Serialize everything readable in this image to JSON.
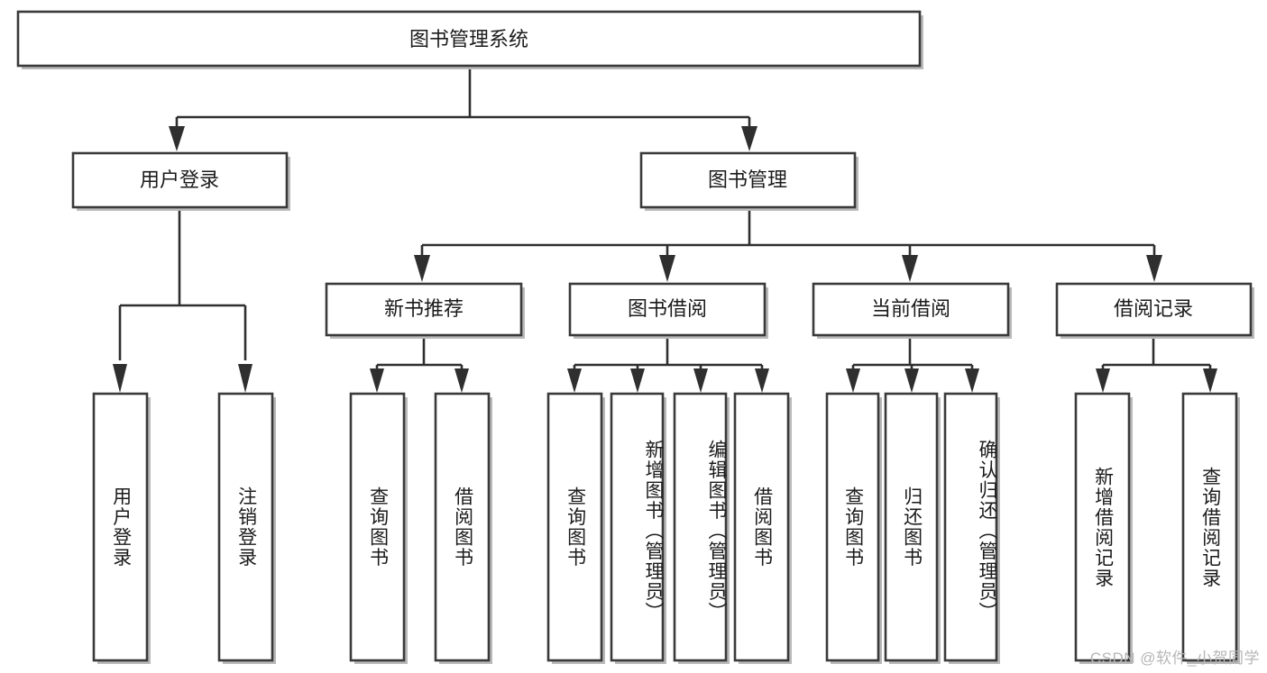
{
  "diagram": {
    "title": "图书管理系统",
    "type": "hierarchy-tree",
    "watermark": "CSDN @软件_小贺同学",
    "colors": {
      "box_stroke": "#3a3a3a",
      "box_fill": "#ffffff",
      "connector": "#2f2f2f",
      "text": "#1b1b1b",
      "watermark": "#b6b6b6",
      "background": "#ffffff"
    },
    "root": {
      "label": "图书管理系统"
    },
    "level2": [
      {
        "label": "用户登录"
      },
      {
        "label": "图书管理"
      }
    ],
    "level3": [
      {
        "label": "新书推荐"
      },
      {
        "label": "图书借阅"
      },
      {
        "label": "当前借阅"
      },
      {
        "label": "借阅记录"
      }
    ],
    "leaves": {
      "user_login": [
        {
          "label": "用户登录"
        },
        {
          "label": "注销登录"
        }
      ],
      "new_book_recommend": [
        {
          "label": "查询图书"
        },
        {
          "label": "借阅图书"
        }
      ],
      "book_borrow": [
        {
          "label": "查询图书"
        },
        {
          "label": "新增图书（管理员）"
        },
        {
          "label": "编辑图书（管理员）"
        },
        {
          "label": "借阅图书"
        }
      ],
      "current_borrow": [
        {
          "label": "查询图书"
        },
        {
          "label": "归还图书"
        },
        {
          "label": "确认归还（管理员）"
        }
      ],
      "borrow_record": [
        {
          "label": "新增借阅记录"
        },
        {
          "label": "查询借阅记录"
        }
      ]
    }
  }
}
